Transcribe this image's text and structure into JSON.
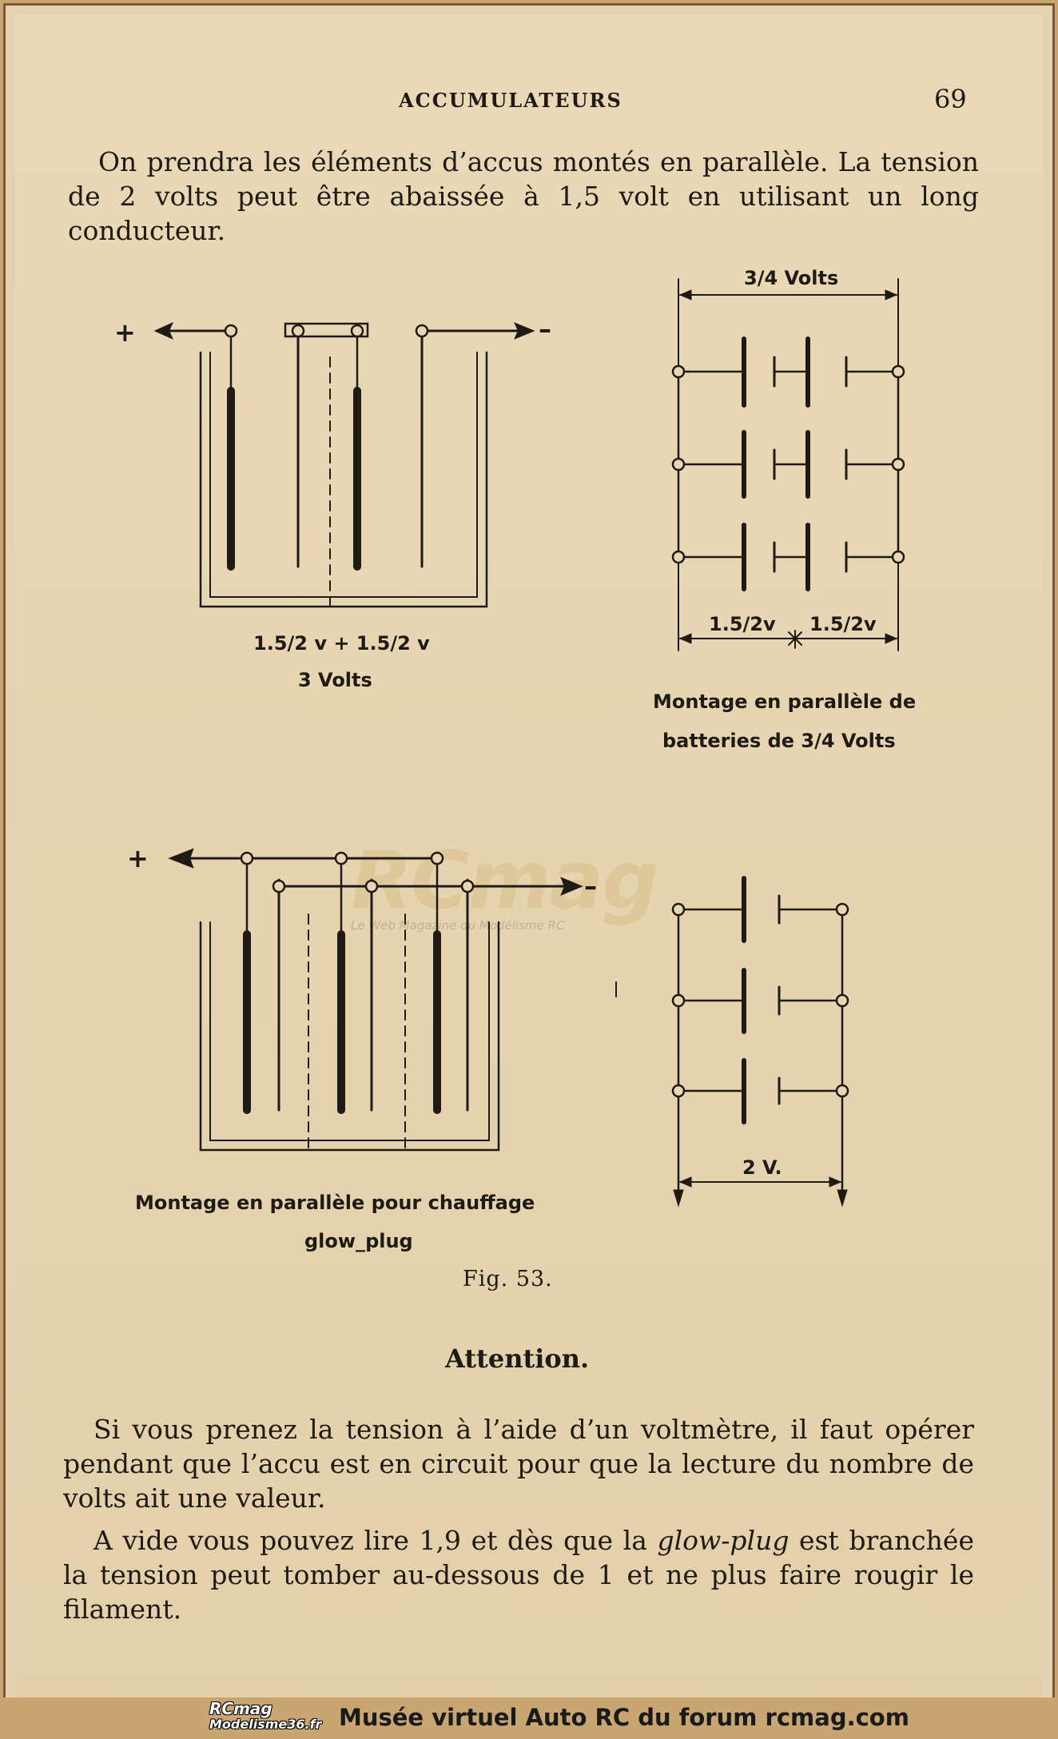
{
  "header": {
    "running_head": "ACCUMULATEURS",
    "page_number": "69"
  },
  "intro_paragraph": "On prendra les éléments d’accus montés en parallèle. La tension de 2 volts peut être abaissée à 1,5 volt en utilisant un long conducteur.",
  "figure": {
    "top_left": {
      "plus": "+",
      "minus": "–",
      "label_line1": "1.5/2 v + 1.5/2 v",
      "label_line2": "3 Volts"
    },
    "top_right": {
      "top_label": "3/4 Volts",
      "bottom_left": "1.5/2v",
      "bottom_right": "1.5/2v",
      "caption_line1": "Montage en parallèle de",
      "caption_line2": "batteries de 3/4 Volts"
    },
    "bottom_left": {
      "plus": "+",
      "minus": "–",
      "caption_line1": "Montage en parallèle pour chauffage",
      "caption_line2": "glow_plug"
    },
    "bottom_right": {
      "bottom_label": "2 V."
    },
    "number": "Fig. 53."
  },
  "section_title": "Attention.",
  "paragraph_2": "Si vous prenez la tension à l’aide d’un voltmètre, il faut opérer pendant que l’accu est en circuit pour que la lecture du nombre de volts ait une valeur.",
  "paragraph_3_before": "A vide vous pouvez lire 1,9 et dès que la ",
  "paragraph_3_italic": "glow-plug",
  "paragraph_3_after": " est branchée la tension peut tomber au-dessous de 1 et ne plus faire rougir le filament.",
  "watermark": {
    "logo": "RCmag",
    "tagline": "Le Web Magazine du Modélisme RC"
  },
  "footer": {
    "logo_line1": "RCmag",
    "logo_line2": "Modelisme36.fr",
    "text": "Musée virtuel Auto RC du forum rcmag.com"
  }
}
